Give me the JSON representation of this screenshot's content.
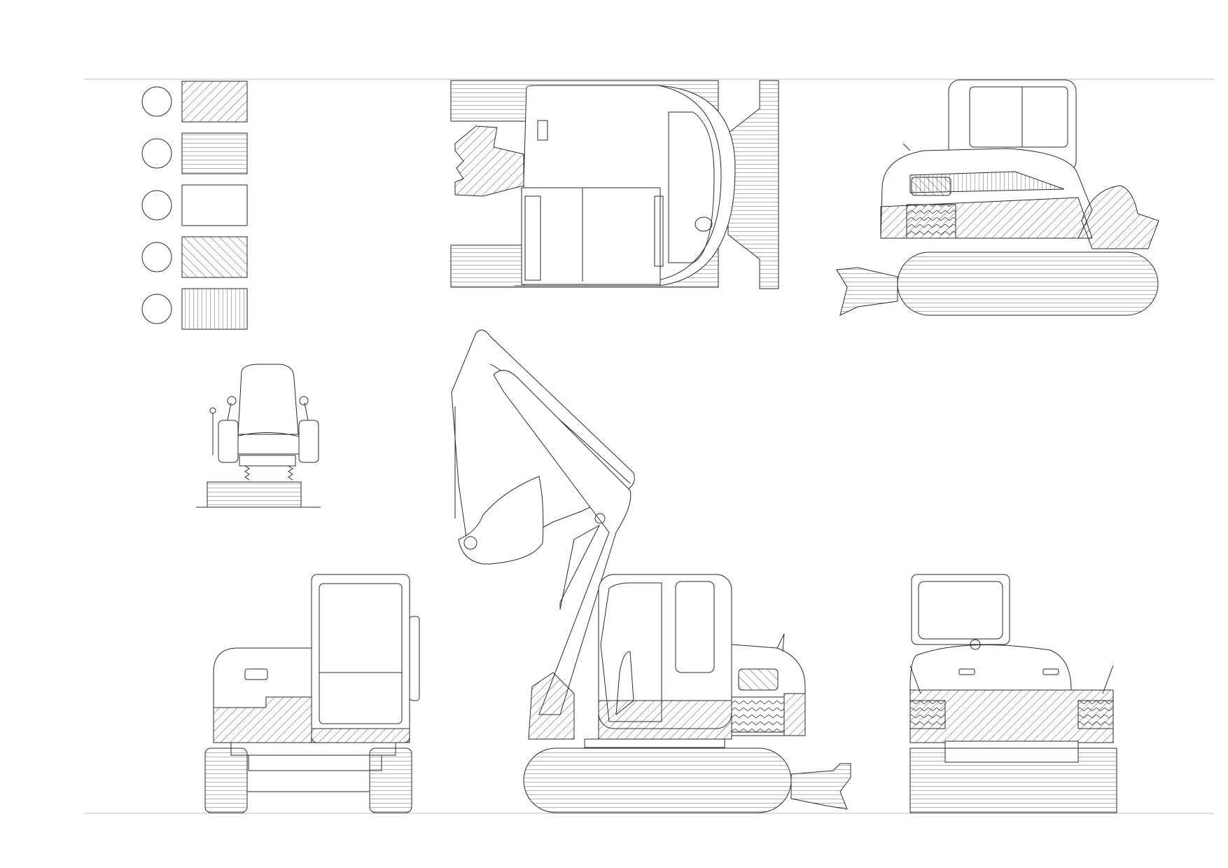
{
  "drawing": {
    "title": "",
    "subject": "mini excavator",
    "views": [
      "top-view",
      "right-side-view",
      "operator-seat-detail",
      "left-side-view",
      "side-view-with-arm",
      "rear-view"
    ]
  },
  "legend": {
    "items": [
      {
        "pattern": "diagonal-right-hatch",
        "label": ""
      },
      {
        "pattern": "horizontal-hatch",
        "label": ""
      },
      {
        "pattern": "no-fill",
        "label": ""
      },
      {
        "pattern": "diagonal-left-hatch",
        "label": ""
      },
      {
        "pattern": "vertical-hatch",
        "label": ""
      }
    ]
  },
  "colors": {
    "line": "#2a2a2a",
    "frame": "#bdbdbd",
    "background": "#ffffff"
  }
}
